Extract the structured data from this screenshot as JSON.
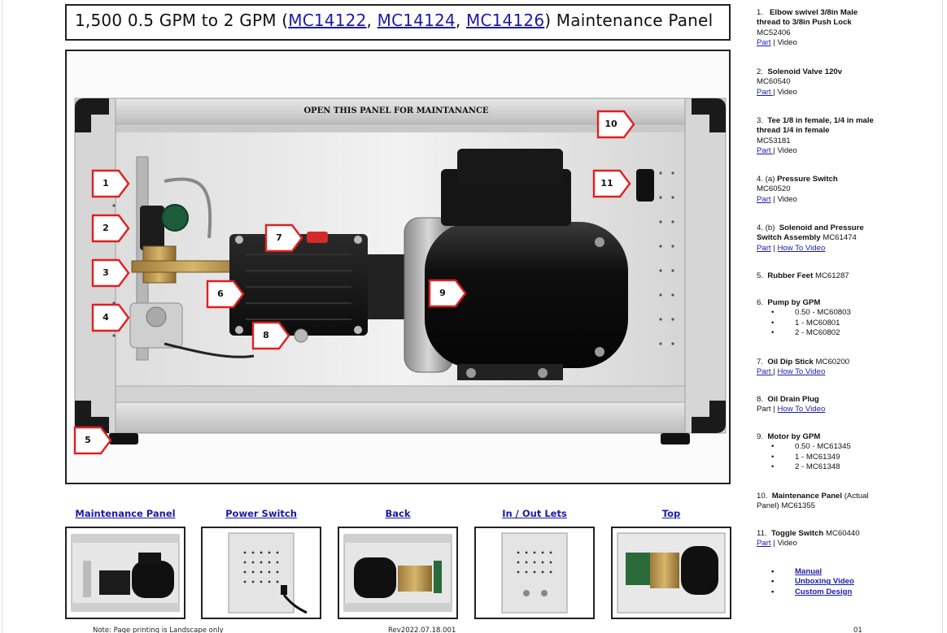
{
  "title": {
    "prefix": "1,500 0.5 GPM to 2 GPM (",
    "models": [
      "MC14122",
      "MC14124",
      "MC14126"
    ],
    "separator": ", ",
    "suffix": ") Maintenance Panel"
  },
  "panel_photo": {
    "banner_text": "OPEN THIS PANEL FOR MAINTANANCE",
    "callouts": [
      "1",
      "2",
      "3",
      "4",
      "5",
      "6",
      "7",
      "8",
      "9",
      "10",
      "11"
    ]
  },
  "nav": [
    {
      "label": "Maintenance Panel"
    },
    {
      "label": "Power Switch"
    },
    {
      "label": "Back"
    },
    {
      "label": "In / Out Lets"
    },
    {
      "label": "Top"
    }
  ],
  "footer": {
    "note": "Note:  Page printing is Landscape only",
    "rev": "Rev2022.07.18.001",
    "page": "01"
  },
  "parts": {
    "p1": {
      "num": "1.",
      "name": "Elbow swivel 3/8in Male thread to 3/8in Push Lock",
      "code": "MC52406",
      "part": "Part",
      "sep": " | ",
      "video": "Video"
    },
    "p2": {
      "num": "2.",
      "name": "Solenoid Valve 120v",
      "code": "MC60540",
      "part": "Part ",
      "sep": "| ",
      "video": "Video"
    },
    "p3": {
      "num": "3.",
      "name": "Tee 1/8 in female, 1/4 in male thread 1/4 in female",
      "code": "MC53181",
      "part": "Part ",
      "sep": "| ",
      "video": "Video"
    },
    "p4a": {
      "num": "4. (a)",
      "name": "Pressure Switch",
      "code": "MC60520",
      "part": "Part",
      "sep": " | ",
      "video": "Video"
    },
    "p4b": {
      "num": "4. (b)",
      "name": "Solenoid and Pressure Switch Assembly",
      "code": "MC61474",
      "part": "Part",
      "sep": " | ",
      "video": "How To Video"
    },
    "p5": {
      "num": "5.",
      "name": "Rubber Feet",
      "code": "MC61287"
    },
    "p6": {
      "num": "6.",
      "name": "Pump by GPM",
      "items": [
        "0.50 - MC60803",
        "1 - MC60801",
        "2  - MC60802"
      ]
    },
    "p7": {
      "num": "7.",
      "name": "Oil Dip Stick",
      "code": "MC60200",
      "part": "Part ",
      "sep": "| ",
      "video": "How To Video"
    },
    "p8": {
      "num": "8.",
      "name": "Oil Drain Plug",
      "part": "Part",
      "sep": " | ",
      "video": "How To Video"
    },
    "p9": {
      "num": "9.",
      "name": "Motor by GPM",
      "items": [
        "0.50 - MC61345",
        "1 - MC61349",
        "2 - MC61348"
      ]
    },
    "p10": {
      "num": "10.",
      "name": "Maintenance Panel",
      "note": "(Actual Panel)",
      "code": "MC61355"
    },
    "p11": {
      "num": "11.",
      "name": "Toggle Switch",
      "code": "MC60440",
      "part": "Part",
      "sep": " | ",
      "video": "Video"
    }
  },
  "links": [
    "Manual",
    "Unboxing Video",
    "Custom Design"
  ],
  "colors": {
    "link": "#1a1aa8",
    "callout_border": "#e02020",
    "motor": "#141414",
    "frame": "#d8d8d8"
  }
}
